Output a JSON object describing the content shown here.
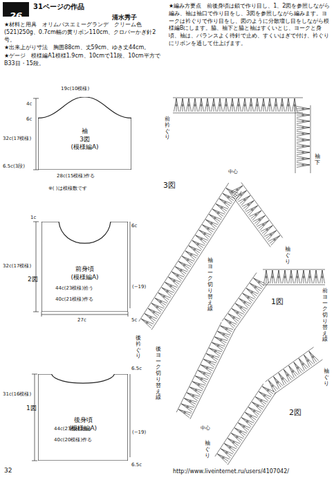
{
  "diagram": {
    "nodes": [
      {
        "text": [
          "26"
        ]
      },
      {
        "text": [
          "袖",
          "3図",
          "(模様編A)"
        ]
      },
      {
        "text": [
          "前身頃",
          "(模様編A)"
        ]
      },
      {
        "text": [
          "後身頃",
          "(模様編A)"
        ]
      }
    ],
    "labels": [
      "31ページの作品",
      "清水秀子",
      "★材料と用具　オリムパスエミーグランデ　クリーム色(521)250g、0.7cm幅の黄リボン110cm、クロバーかぎ針2号。",
      "★出来上がり寸法　胸囲88cm、丈59cm、ゆき丈44cm。",
      "★ゲージ　模様編A1模様1.9cm、10cmで11段、10cm平方でB33目・15段。",
      "★編み方要点　前後身頃は鎖で作り目し、1、2図を参照しながら編み、袖は袖口で作り目をし、3図を参照しながら編みます。ヨークは衿ぐりで作り目をし、図のように分散増し目をしながら模様編Bにします。脇、袖下と脇と袖はすくいとじ、ヨークと身頃、袖は、バランスよく待針で止め、すくいはぎで付け、衿ぐりにリボンを通して仕上げます。",
      "4c",
      "6c",
      "19c(10模様)",
      "32c(17模様)",
      "28c(15模様)作る",
      "6.5c(3段)",
      "※( )は模様数です",
      "6c",
      "32c(17模様)",
      "1c",
      "2図",
      "44c(23模様)拾う",
      "40c(21模様)作る",
      "(−19)",
      "27c",
      "5c",
      "6.5c",
      "1図",
      "31c(16模様)",
      "44c(23模様)拾う",
      "40c(20模様)作る",
      "(−19)",
      "6.5c",
      "前衿ぐり",
      "袖下",
      "3図",
      "袖ヨーク切り替え線",
      "中心",
      "袖ぐり",
      "後衿ぐり",
      "後ヨーク切り替え線",
      "1図",
      "中心",
      "2図",
      "前ヨーク切り替え線",
      "袖ぐり",
      "袖ぐり",
      "32",
      "http://www.liveinternet.ru/users/4107042/"
    ]
  }
}
